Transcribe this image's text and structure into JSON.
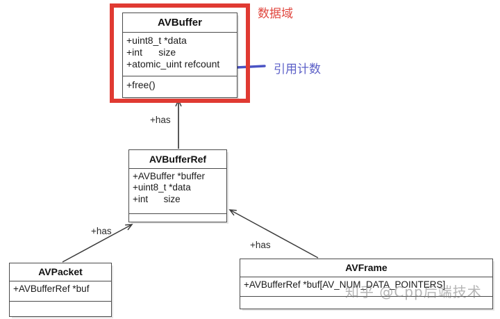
{
  "diagram": {
    "title": "FFmpeg AVBuffer reference counting class diagram",
    "background": "#ffffff",
    "highlight_color": "#e03a32",
    "annotation_blue": "#5b5fc7",
    "annotation_red": "#e0473f"
  },
  "classes": {
    "avbuffer": {
      "name": "AVBuffer",
      "attributes": [
        "+uint8_t *data",
        "+int      size",
        "+atomic_uint refcount"
      ],
      "operations": [
        "+free()"
      ]
    },
    "avbufferref": {
      "name": "AVBufferRef",
      "attributes": [
        "+AVBuffer *buffer",
        "+uint8_t *data",
        "+int      size"
      ],
      "operations": []
    },
    "avpacket": {
      "name": "AVPacket",
      "attributes": [
        "+AVBufferRef *buf"
      ],
      "operations": []
    },
    "avframe": {
      "name": "AVFrame",
      "attributes": [
        "+AVBufferRef *buf[AV_NUM_DATA_POINTERS]"
      ],
      "operations": []
    }
  },
  "relationships": [
    {
      "id": "ref-to-buffer",
      "from": "AVBufferRef",
      "to": "AVBuffer",
      "label": "+has"
    },
    {
      "id": "packet-to-ref",
      "from": "AVPacket",
      "to": "AVBufferRef",
      "label": "+has"
    },
    {
      "id": "frame-to-ref",
      "from": "AVFrame",
      "to": "AVBufferRef",
      "label": "+has"
    }
  ],
  "annotations": {
    "data_field": "数据域",
    "reference_count": "引用计数"
  },
  "watermark": {
    "text": "知乎 @Cpp后端技术"
  }
}
